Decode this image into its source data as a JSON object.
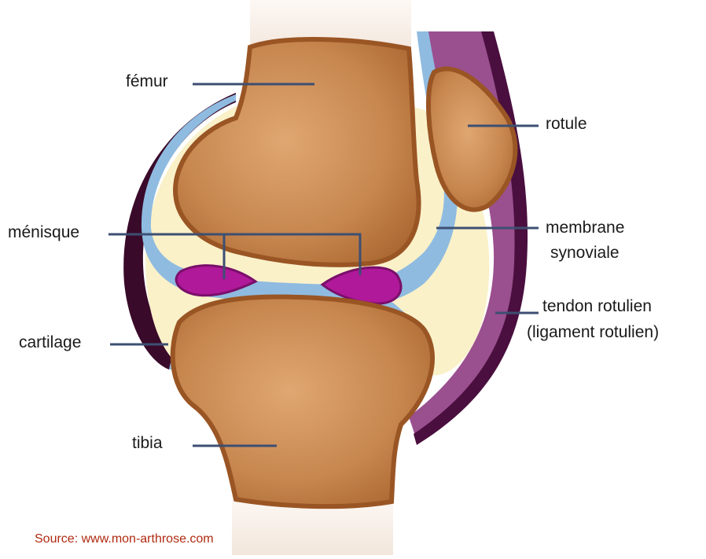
{
  "labels": {
    "femur": "fémur",
    "rotule": "rotule",
    "menisque": "ménisque",
    "membrane_line1": "membrane",
    "membrane_line2": "synoviale",
    "tendon_line1": "tendon rotulien",
    "tendon_line2": "(ligament rotulien)",
    "cartilage": "cartilage",
    "tibia": "tibia"
  },
  "source": "Source: www.mon-arthrose.com",
  "colors": {
    "bone": "#c7874f",
    "bone_dark": "#9a5524",
    "bone_edge": "#d89a5e",
    "cartilage_blue": "#8fbbe0",
    "synovial_fill": "#faf1c9",
    "capsule_dark": "#3a0a2a",
    "tendon_purple": "#9a4f8f",
    "meniscus_magenta": "#b0199a",
    "leader_line": "#3d4f72",
    "source_text": "#b02a10"
  }
}
